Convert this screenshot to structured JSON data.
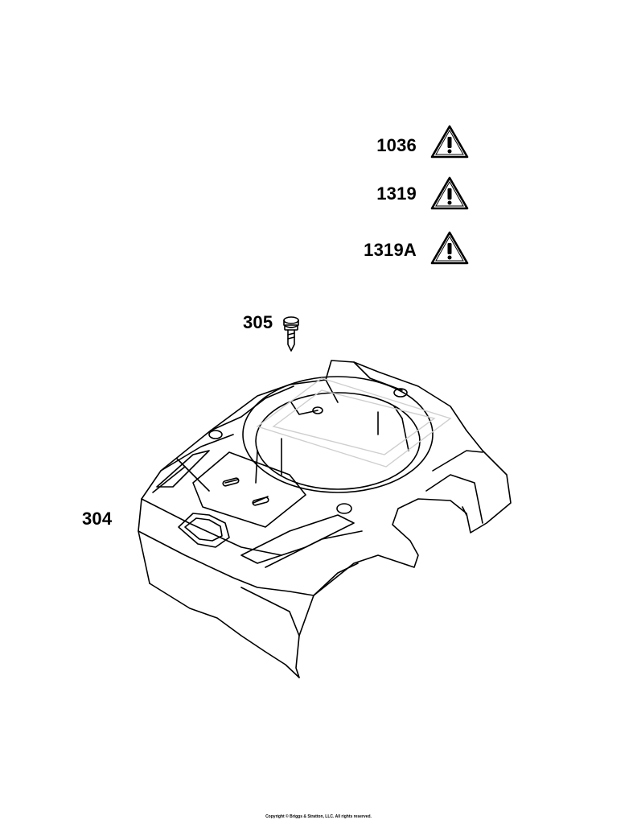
{
  "warning_labels": [
    {
      "part": "1036",
      "icon": "warning-triangle-icon"
    },
    {
      "part": "1319",
      "icon": "warning-triangle-icon"
    },
    {
      "part": "1319A",
      "icon": "warning-triangle-icon"
    }
  ],
  "parts": {
    "screw": "305",
    "blower_housing": "304"
  },
  "copyright": "Copyright © Briggs & Stratton, LLC. All rights reserved."
}
